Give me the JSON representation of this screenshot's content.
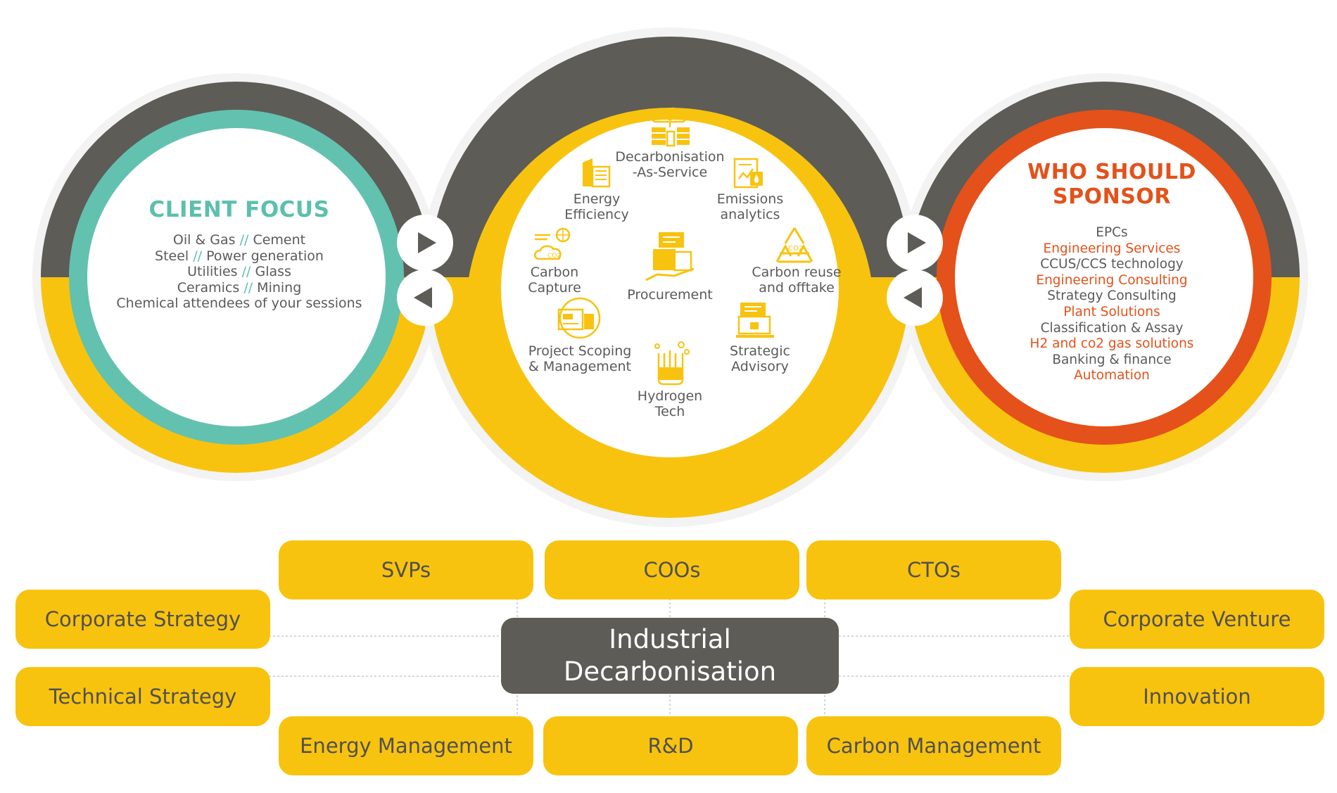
{
  "colors": {
    "yellow": "#f8c30f",
    "dark_gray": "#5d5c57",
    "teal": "#63c1b0",
    "orange_red": "#e4511a",
    "text_gray": "#5a5a5a"
  },
  "client_focus": {
    "title": "CLIENT FOCUS",
    "lines": [
      {
        "a": "Oil & Gas",
        "sep": "//",
        "b": "Cement"
      },
      {
        "a": "Steel",
        "sep": "//",
        "b": "Power generation"
      },
      {
        "a": "Utilities",
        "sep": "//",
        "b": "Glass"
      },
      {
        "a": "Ceramics",
        "sep": "//",
        "b": "Mining"
      },
      {
        "a": "Chemical attendees of your sessions",
        "sep": "",
        "b": ""
      }
    ]
  },
  "services": [
    {
      "label": "Decarbonisation\n-As-Service",
      "icon": "cloud-server-icon"
    },
    {
      "label": "Energy\nEfficiency",
      "icon": "building-icon"
    },
    {
      "label": "Emissions\nanalytics",
      "icon": "analytics-report-icon"
    },
    {
      "label": "Carbon\nCapture",
      "icon": "co2-capture-icon"
    },
    {
      "label": "Procurement",
      "icon": "procurement-icon"
    },
    {
      "label": "Carbon reuse\nand offtake",
      "icon": "co2-recycle-icon"
    },
    {
      "label": "Project Scoping\n& Management",
      "icon": "project-document-icon"
    },
    {
      "label": "Strategic\nAdvisory",
      "icon": "laptop-lock-icon"
    },
    {
      "label": "Hydrogen\nTech",
      "icon": "lab-beaker-icon"
    }
  ],
  "who_should_sponsor": {
    "title_line1": "WHO SHOULD",
    "title_line2": "SPONSOR",
    "items": [
      {
        "text": "EPCs",
        "highlight": false
      },
      {
        "text": "Engineering Services",
        "highlight": true
      },
      {
        "text": "CCUS/CCS technology",
        "highlight": false
      },
      {
        "text": "Engineering Consulting",
        "highlight": true
      },
      {
        "text": "Strategy Consulting",
        "highlight": false
      },
      {
        "text": "Plant Solutions",
        "highlight": true
      },
      {
        "text": "Classification & Assay",
        "highlight": false
      },
      {
        "text": "H2 and co2 gas solutions",
        "highlight": true
      },
      {
        "text": "Banking & finance",
        "highlight": false
      },
      {
        "text": "Automation",
        "highlight": true
      }
    ]
  },
  "nav": {
    "next_icon": "play-right-icon",
    "prev_icon": "play-left-icon"
  },
  "hub": {
    "line1": "Industrial",
    "line2": "Decarbonisation"
  },
  "roles": {
    "top": [
      "SVPs",
      "COOs",
      "CTOs"
    ],
    "left": [
      "Corporate Strategy",
      "Technical Strategy"
    ],
    "right": [
      "Corporate Venture",
      "Innovation"
    ],
    "bottom": [
      "Energy Management",
      "R&D",
      "Carbon Management"
    ]
  }
}
